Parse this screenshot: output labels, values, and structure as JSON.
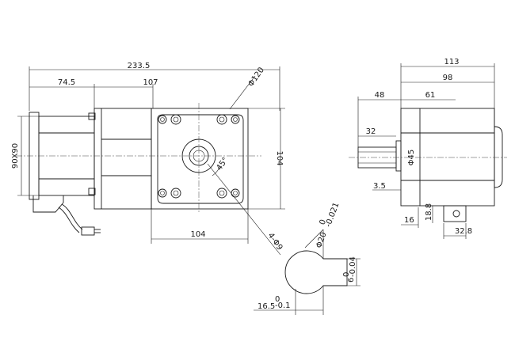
{
  "dimensions": {
    "overall_length": "233.5",
    "motor_length": "74.5",
    "gearbox_length": "107",
    "flange_diagonal": "Φ120",
    "motor_frame": "90X90",
    "flange_height": "104",
    "flange_width": "104",
    "hole_angle": "45°",
    "mount_holes": "4-Φ9",
    "shaft_diameter": "Φ20",
    "shaft_dia_tol_upper": "0",
    "shaft_dia_tol_lower": "-0.021",
    "key_width": "6",
    "key_tol_upper": "0",
    "key_tol_lower": "-0.04",
    "key_depth": "16.5",
    "key_depth_tol_upper": "0",
    "key_depth_tol_lower": "-0.1",
    "side_total": "113",
    "side_body": "98",
    "side_shaft_extension": "48",
    "side_61": "61",
    "shaft_length": "32",
    "boss_diameter": "Φ45",
    "boss_height": "3.5",
    "base_offset": "16",
    "base_height": "18.8",
    "base_width": "32.8"
  }
}
